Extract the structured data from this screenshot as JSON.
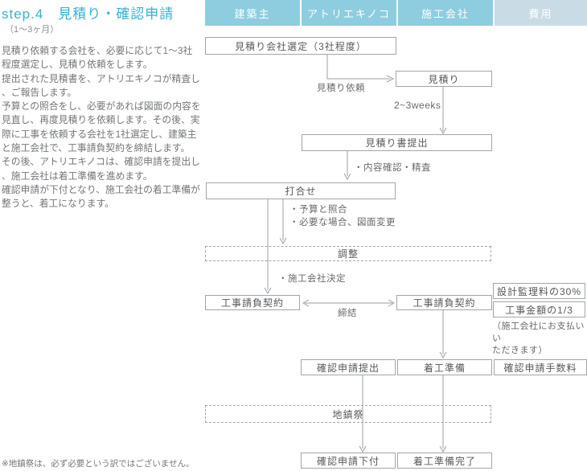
{
  "page": {
    "title": "step.4　見積り・確認申請",
    "subtitle": "（1～3ヶ月）",
    "description": "見積り依頼する会社を、必要に応じて1～3社\n程度選定し、見積り依頼をします。\n提出された見積書を、アトリエキノコが精査し\n、ご報告します。\n予算との照合をし、必要があれば図面の内容を\n見直し、再度見積りを依頼します。その後、実\n際に工事を依頼する会社を1社選定し、建築主\nと施工会社で、工事請負契約を締結します。\nその後、アトリエキノコは、確認申請を提出し\n、施工会社は着工準備を進めます。\n確認申請が下付となり、施工会社の着工準備が\n整うと、着工になります。",
    "footnote": "※地鎮祭は、必ず必要という訳ではございません。"
  },
  "colors": {
    "title_blue": "#35b2d5",
    "lane_blue": "#8ecddf",
    "lane_light_blue": "#c9dce6",
    "box_border_gray": "#a2a5a8",
    "line_gray": "#9aa0a3",
    "text_gray": "#737679"
  },
  "columns": [
    {
      "label": "建築主"
    },
    {
      "label": "アトリエキノコ"
    },
    {
      "label": "施工会社"
    },
    {
      "label": "費用"
    }
  ],
  "flow": {
    "boxes": {
      "company_selection": "見積り会社選定（3社程度）",
      "estimate": "見積り",
      "estimate_submission": "見積り書提出",
      "meeting": "打合せ",
      "adjustment": "調整",
      "contract_owner": "工事請負契約",
      "contract_builder": "工事請負契約",
      "design_fee": "設計監理料の30%",
      "construction_fee": "工事金額の1/3",
      "application_submit": "確認申請提出",
      "start_prep": "着工準備",
      "application_fee": "確認申請手数料",
      "groundbreaking": "地鎮祭",
      "application_granted": "確認申請下付",
      "prep_complete": "着工準備完了"
    },
    "labels": {
      "estimate_request": "見積り依頼",
      "duration": "2~3weeks",
      "content_check": "・内容確認・精査",
      "budget_check": "・予算と照合",
      "drawing_change": "・必要な場合、図面変更",
      "builder_decision": "・施工会社決定",
      "conclusion": "締結",
      "payment_note": "（施工会社にお支払いい\nただきます）"
    }
  }
}
